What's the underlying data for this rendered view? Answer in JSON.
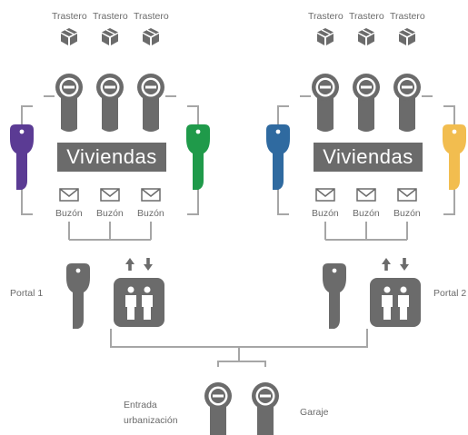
{
  "colors": {
    "gray": "#6b6b6b",
    "line": "#a6a6a6",
    "purple_key": "#5b3b94",
    "green_key": "#1f9a4a",
    "blue_key": "#2f6aa0",
    "yellow_key": "#f2bd4f"
  },
  "icons": {
    "storage": "box-icon",
    "mailbox": "envelope-icon",
    "lock": "lock-cylinder-icon",
    "key": "key-icon",
    "elevator": "elevator-icon"
  },
  "left_block": {
    "storage_labels": [
      "Trastero",
      "Trastero",
      "Trastero"
    ],
    "dwellings_label": "Viviendas",
    "mailbox_labels": [
      "Buzón",
      "Buzón",
      "Buzón"
    ],
    "portal_label": "Portal 1"
  },
  "right_block": {
    "storage_labels": [
      "Trastero",
      "Trastero",
      "Trastero"
    ],
    "dwellings_label": "Viviendas",
    "mailbox_labels": [
      "Buzón",
      "Buzón",
      "Buzón"
    ],
    "portal_label": "Portal 2"
  },
  "bottom": {
    "entrance_label_line1": "Entrada",
    "entrance_label_line2": "urbanización",
    "garage_label": "Garaje"
  }
}
